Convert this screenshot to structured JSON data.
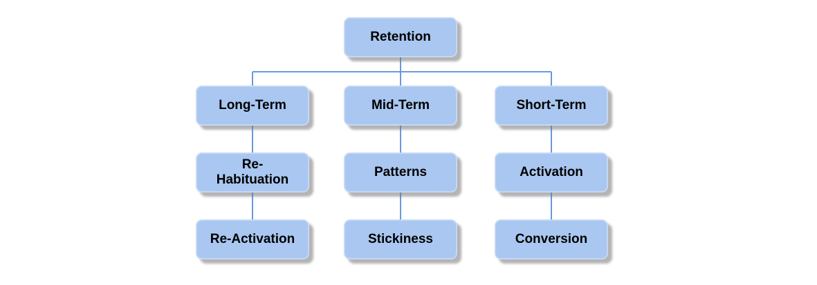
{
  "diagram": {
    "root": {
      "label": "Retention"
    },
    "columns": [
      {
        "nodes": [
          {
            "label": "Long-Term"
          },
          {
            "label": "Re-\nHabituation"
          },
          {
            "label": "Re-Activation"
          }
        ]
      },
      {
        "nodes": [
          {
            "label": "Mid-Term"
          },
          {
            "label": "Patterns"
          },
          {
            "label": "Stickiness"
          }
        ]
      },
      {
        "nodes": [
          {
            "label": "Short-Term"
          },
          {
            "label": "Activation"
          },
          {
            "label": "Conversion"
          }
        ]
      }
    ]
  },
  "colors": {
    "node-fill": "#a9c7f0",
    "node-border": "#c5d8f4",
    "connector": "#6699e0",
    "node-text": "#000000",
    "canvas-bg": "#ffffff"
  }
}
